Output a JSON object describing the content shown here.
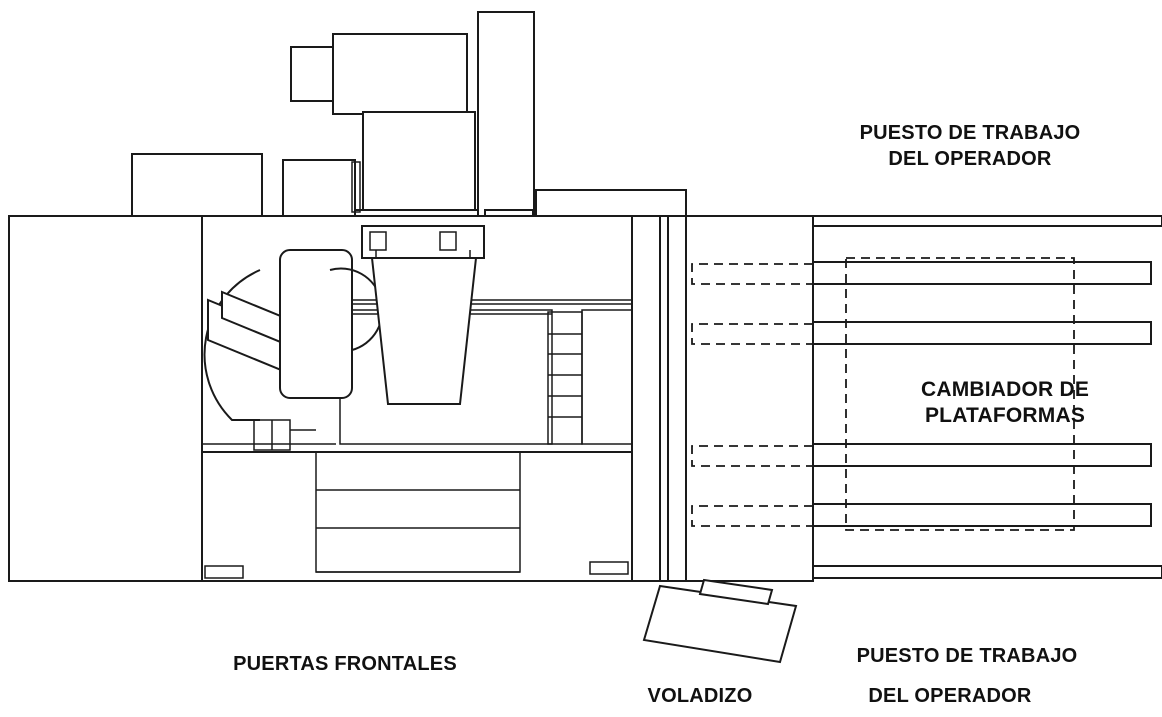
{
  "labels": {
    "operator_station_top_line1": "PUESTO DE TRABAJO",
    "operator_station_top_line2": "DEL OPERADOR",
    "pallet_changer_line1": "CAMBIADOR DE",
    "pallet_changer_line2": "PLATAFORMAS",
    "front_doors": "PUERTAS FRONTALES",
    "operator_station_bottom_line1": "PUESTO DE TRABAJO",
    "operator_station_bottom_line2": "DEL OPERADOR",
    "cantilever": "VOLADIZO"
  },
  "colors": {
    "line": "#1a1a1a",
    "background": "#ffffff",
    "text": "#111111"
  }
}
